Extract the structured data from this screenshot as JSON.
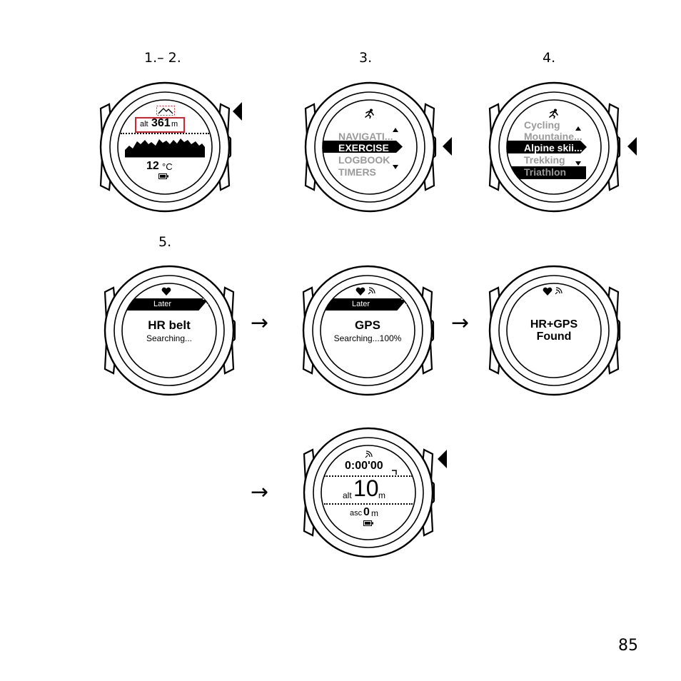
{
  "page_number": "85",
  "steps": {
    "s12": "1.– 2.",
    "s3": "3.",
    "s4": "4.",
    "s5": "5."
  },
  "watch1": {
    "alt_label": "alt",
    "alt_value": "361",
    "alt_unit": "m",
    "temp_value": "12",
    "temp_unit": "°C"
  },
  "watch2": {
    "items": [
      "NAVIGATI...",
      "EXERCISE",
      "LOGBOOK",
      "TIMERS"
    ],
    "selected_index": 1
  },
  "watch3": {
    "items": [
      "Cycling",
      "Mountaine...",
      "Alpine skii...",
      "Trekking",
      "Triathlon"
    ],
    "selected_index": 2
  },
  "watch4": {
    "button_label": "Later",
    "title": "HR belt",
    "status": "Searching..."
  },
  "watch5": {
    "button_label": "Later",
    "title": "GPS",
    "status": "Searching...100%"
  },
  "watch6": {
    "line1": "HR+GPS",
    "line2": "Found"
  },
  "watch7": {
    "timer": "0:00'00",
    "alt_label": "alt",
    "alt_value": "10",
    "alt_unit": "m",
    "asc_label": "asc",
    "asc_value": "0",
    "asc_unit": "m"
  },
  "arrows": [
    "→",
    "→",
    "→"
  ],
  "icons": {
    "running": "running-icon",
    "heart": "heart-icon",
    "gps": "gps-signal-icon",
    "battery": "battery-icon",
    "mountain": "mountain-icon",
    "scroll_up": "triangle-up-icon",
    "scroll_down": "triangle-down-icon",
    "pointer": "button-pointer-icon"
  },
  "colors": {
    "highlight": "#d6242c",
    "inactive_menu": "#9a9a9a"
  }
}
